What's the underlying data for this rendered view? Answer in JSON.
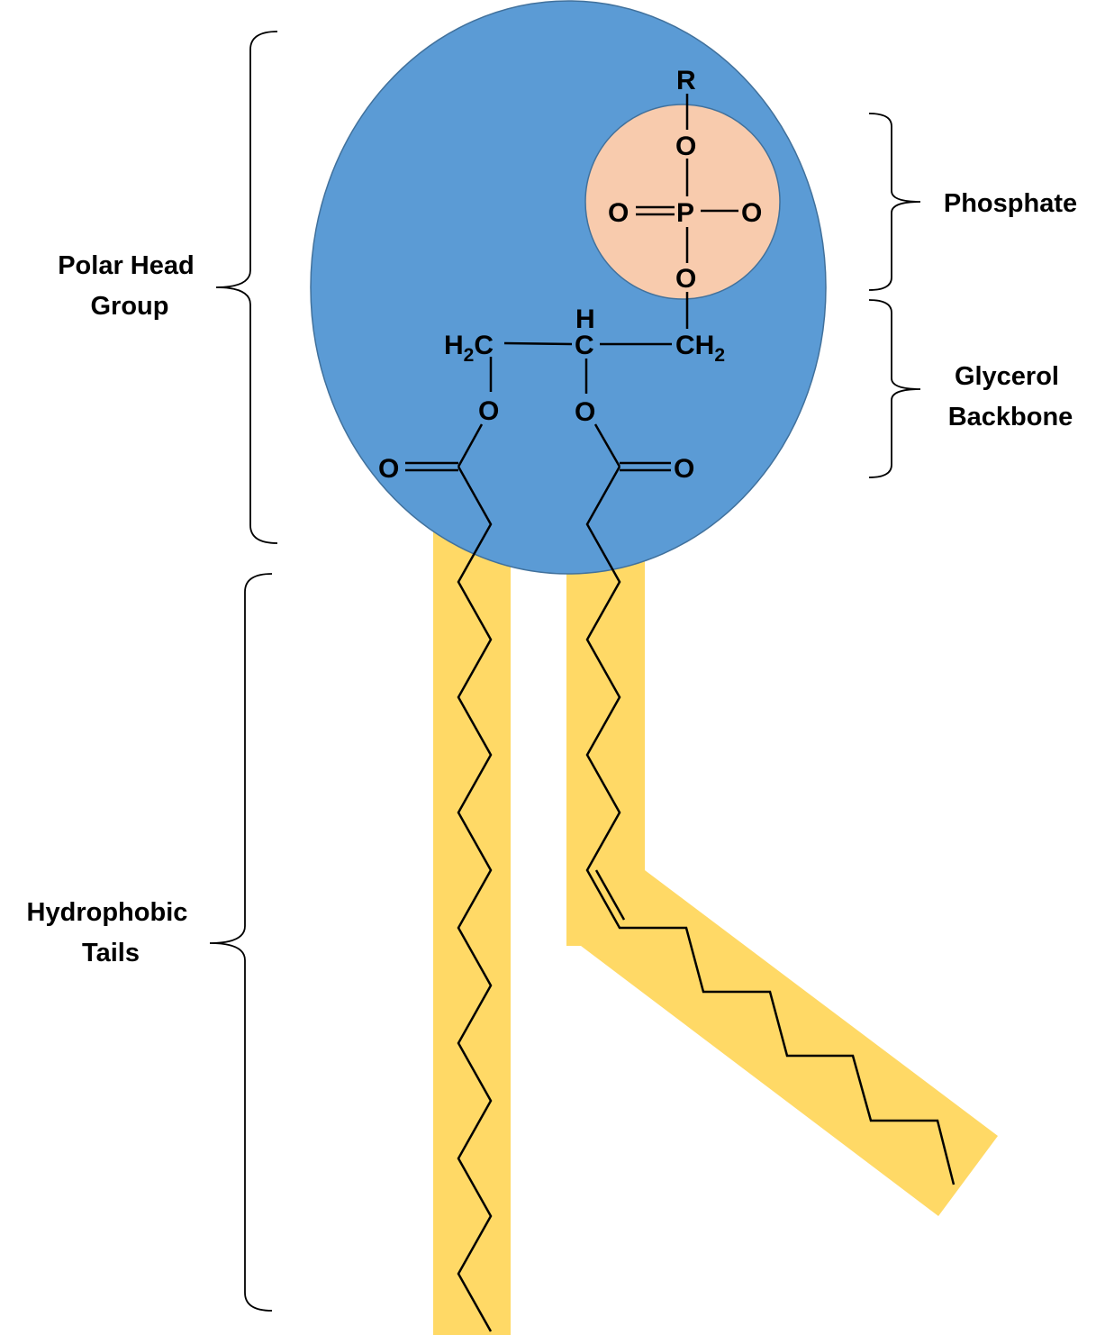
{
  "labels": {
    "polar_head": [
      "Polar Head",
      "Group"
    ],
    "hydrophobic": [
      "Hydrophobic",
      "Tails"
    ],
    "phosphate": "Phosphate",
    "glycerol": [
      "Glycerol",
      "Backbone"
    ]
  },
  "atoms": {
    "r": "R",
    "o": "O",
    "p": "P",
    "h": "H",
    "c": "C",
    "h2c": "H",
    "ch2": "CH",
    "two": "2"
  },
  "colors": {
    "head": "#5B9BD5",
    "phosphate": "#F8CBAD",
    "tail": "#FFD966",
    "outline": "#41719C"
  }
}
